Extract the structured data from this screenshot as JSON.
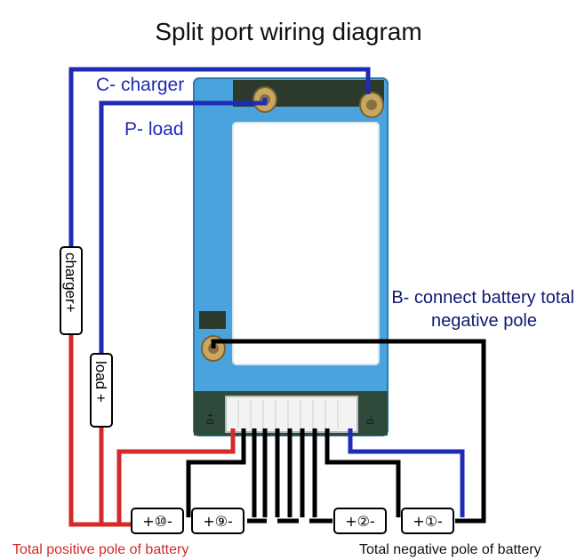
{
  "title": "Split port wiring diagram",
  "labels": {
    "c_charger": "C- charger",
    "p_load": "P- load",
    "b_connect_line1": "B- connect battery total",
    "b_connect_line2": "negative pole",
    "charger_plus": "charger+",
    "load_plus": "load +",
    "board_b_plus": "B+",
    "board_b_minus": "B-",
    "total_positive": "Total positive pole of battery",
    "total_negative": "Total negative pole of battery"
  },
  "cells": [
    {
      "label": "+⑩-"
    },
    {
      "label": "+⑨-"
    },
    {
      "label": "+②-"
    },
    {
      "label": "+①-"
    }
  ],
  "colors": {
    "blue_wire": "#1f2bb5",
    "red_wire": "#d42a2a",
    "black_wire": "#000000",
    "board_blue": "#4aa3dc"
  }
}
